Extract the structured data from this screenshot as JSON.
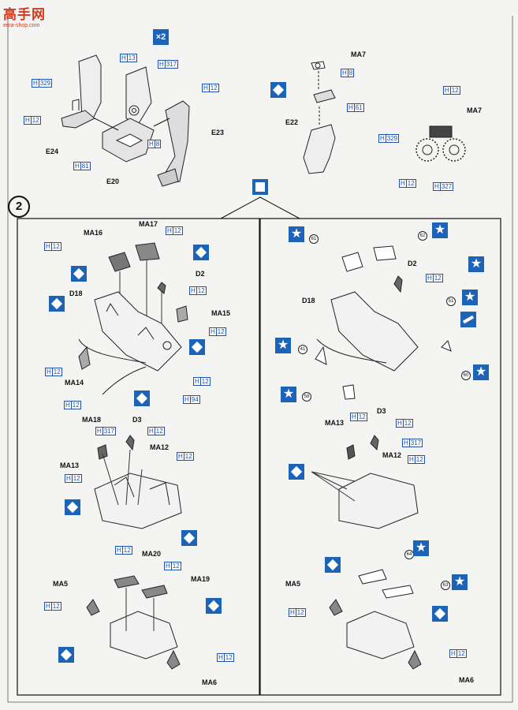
{
  "logo": {
    "main": "高手网",
    "sub": "ema-shop.com"
  },
  "top_left": {
    "multiplier": "×2",
    "parts": {
      "e24": "E24",
      "e20": "E20",
      "e23": "E23"
    },
    "refs": {
      "h329": "329",
      "h12a": "12",
      "h13": "13",
      "h317": "317",
      "h12b": "12",
      "h8": "8",
      "h81": "81"
    }
  },
  "top_right": {
    "parts": {
      "ma7a": "MA7",
      "e22": "E22",
      "ma7b": "MA7"
    },
    "refs": {
      "h8": "8",
      "h61": "61",
      "h12a": "12",
      "h329": "329",
      "h12b": "12",
      "h327": "327"
    }
  },
  "step": {
    "number": "2"
  },
  "ref_prefix": "H",
  "left_panel": {
    "parts": {
      "ma16": "MA16",
      "ma17": "MA17",
      "d2": "D2",
      "d18": "D18",
      "ma15": "MA15",
      "ma14": "MA14",
      "ma18": "MA18",
      "d3": "D3",
      "ma13": "MA13",
      "ma12": "MA12",
      "ma20": "MA20",
      "ma19": "MA19",
      "ma5": "MA5",
      "ma6": "MA6"
    },
    "refs": {
      "r1": "12",
      "r2": "12",
      "r3": "12",
      "r4": "12",
      "r5": "12",
      "r6": "12",
      "r7": "94",
      "r8": "12",
      "r9": "317",
      "r10": "12",
      "r11": "12",
      "r12": "12",
      "r13": "12",
      "r14": "12",
      "r15": "12",
      "r16": "12"
    }
  },
  "right_panel": {
    "parts": {
      "d2": "D2",
      "d18": "D18",
      "ma13": "MA13",
      "d3": "D3",
      "ma12": "MA12",
      "ma5": "MA5",
      "ma6": "MA6"
    },
    "refs": {
      "r1": "12",
      "r2": "12",
      "r3": "12",
      "r4": "317",
      "r5": "12",
      "r6": "12",
      "r7": "12"
    },
    "circled": {
      "c61": "61",
      "c62": "62",
      "c51": "51",
      "c41": "41",
      "c60": "60",
      "c58": "58",
      "c64": "64",
      "c63": "63"
    }
  },
  "colors": {
    "badge": "#1d63b8",
    "ref": "#1b4fb0",
    "logo": "#d23a1e"
  }
}
